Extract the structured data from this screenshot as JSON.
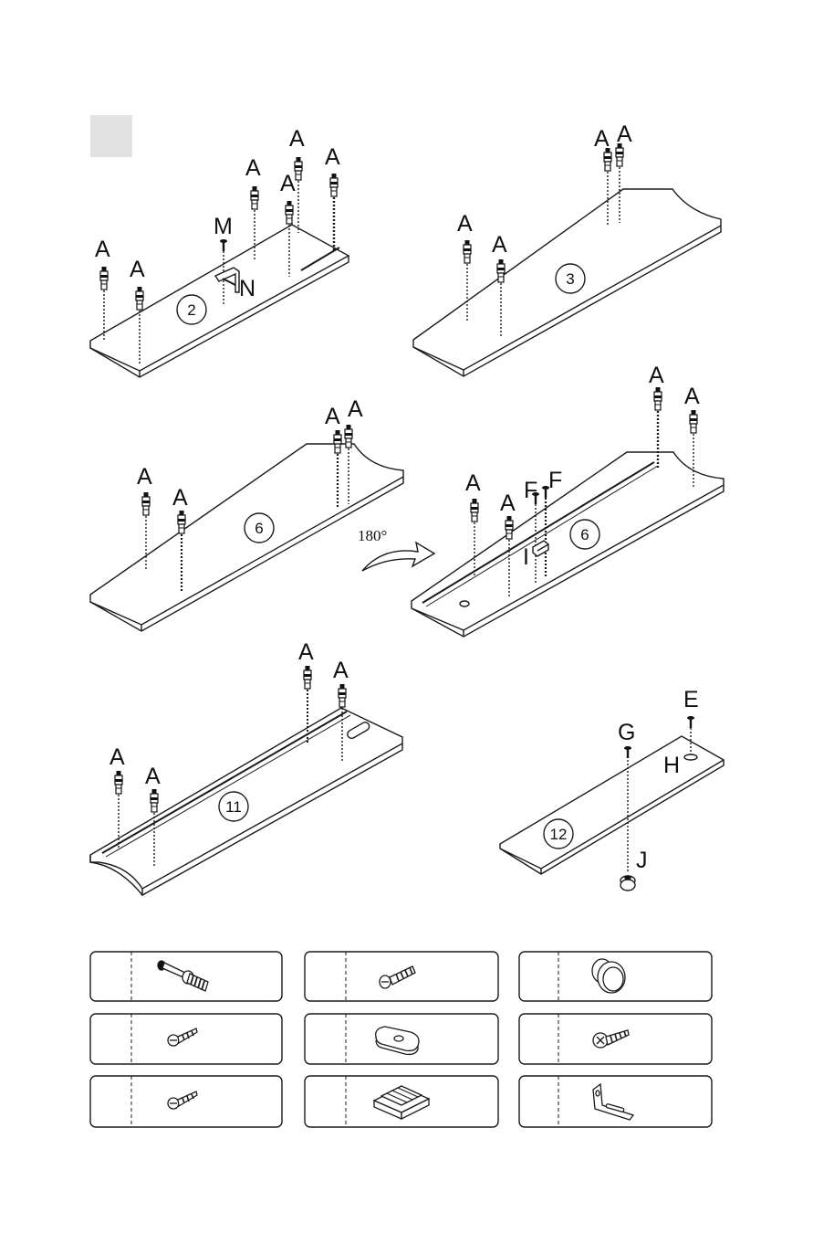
{
  "colors": {
    "line": "#1a1a1a",
    "step_box": "#e2e2e2",
    "arrow_fill": "#ffffff"
  },
  "rotate_text": "180°",
  "panels": [
    {
      "id": "p2",
      "number": "2"
    },
    {
      "id": "p3",
      "number": "3"
    },
    {
      "id": "p6a",
      "number": "6"
    },
    {
      "id": "p6b",
      "number": "6"
    },
    {
      "id": "p11",
      "number": "11"
    },
    {
      "id": "p12",
      "number": "12"
    }
  ],
  "labels": {
    "A": "A",
    "M": "M",
    "N": "N",
    "F": "F",
    "I": "I",
    "E": "E",
    "G": "G",
    "H": "H",
    "J": "J"
  },
  "hardware": [
    {
      "name": "cam-dowel",
      "icon": "cam-dowel-icon"
    },
    {
      "name": "machine-screw",
      "icon": "machine-screw-icon"
    },
    {
      "name": "knob",
      "icon": "knob-icon"
    },
    {
      "name": "wood-screw-a",
      "icon": "wood-screw-icon"
    },
    {
      "name": "strike-plate",
      "icon": "strike-plate-icon"
    },
    {
      "name": "pan-head-screw",
      "icon": "pan-head-screw-icon"
    },
    {
      "name": "wood-screw-b",
      "icon": "wood-screw-icon"
    },
    {
      "name": "magnetic-catch",
      "icon": "magnetic-catch-icon"
    },
    {
      "name": "l-bracket",
      "icon": "l-bracket-icon"
    }
  ]
}
